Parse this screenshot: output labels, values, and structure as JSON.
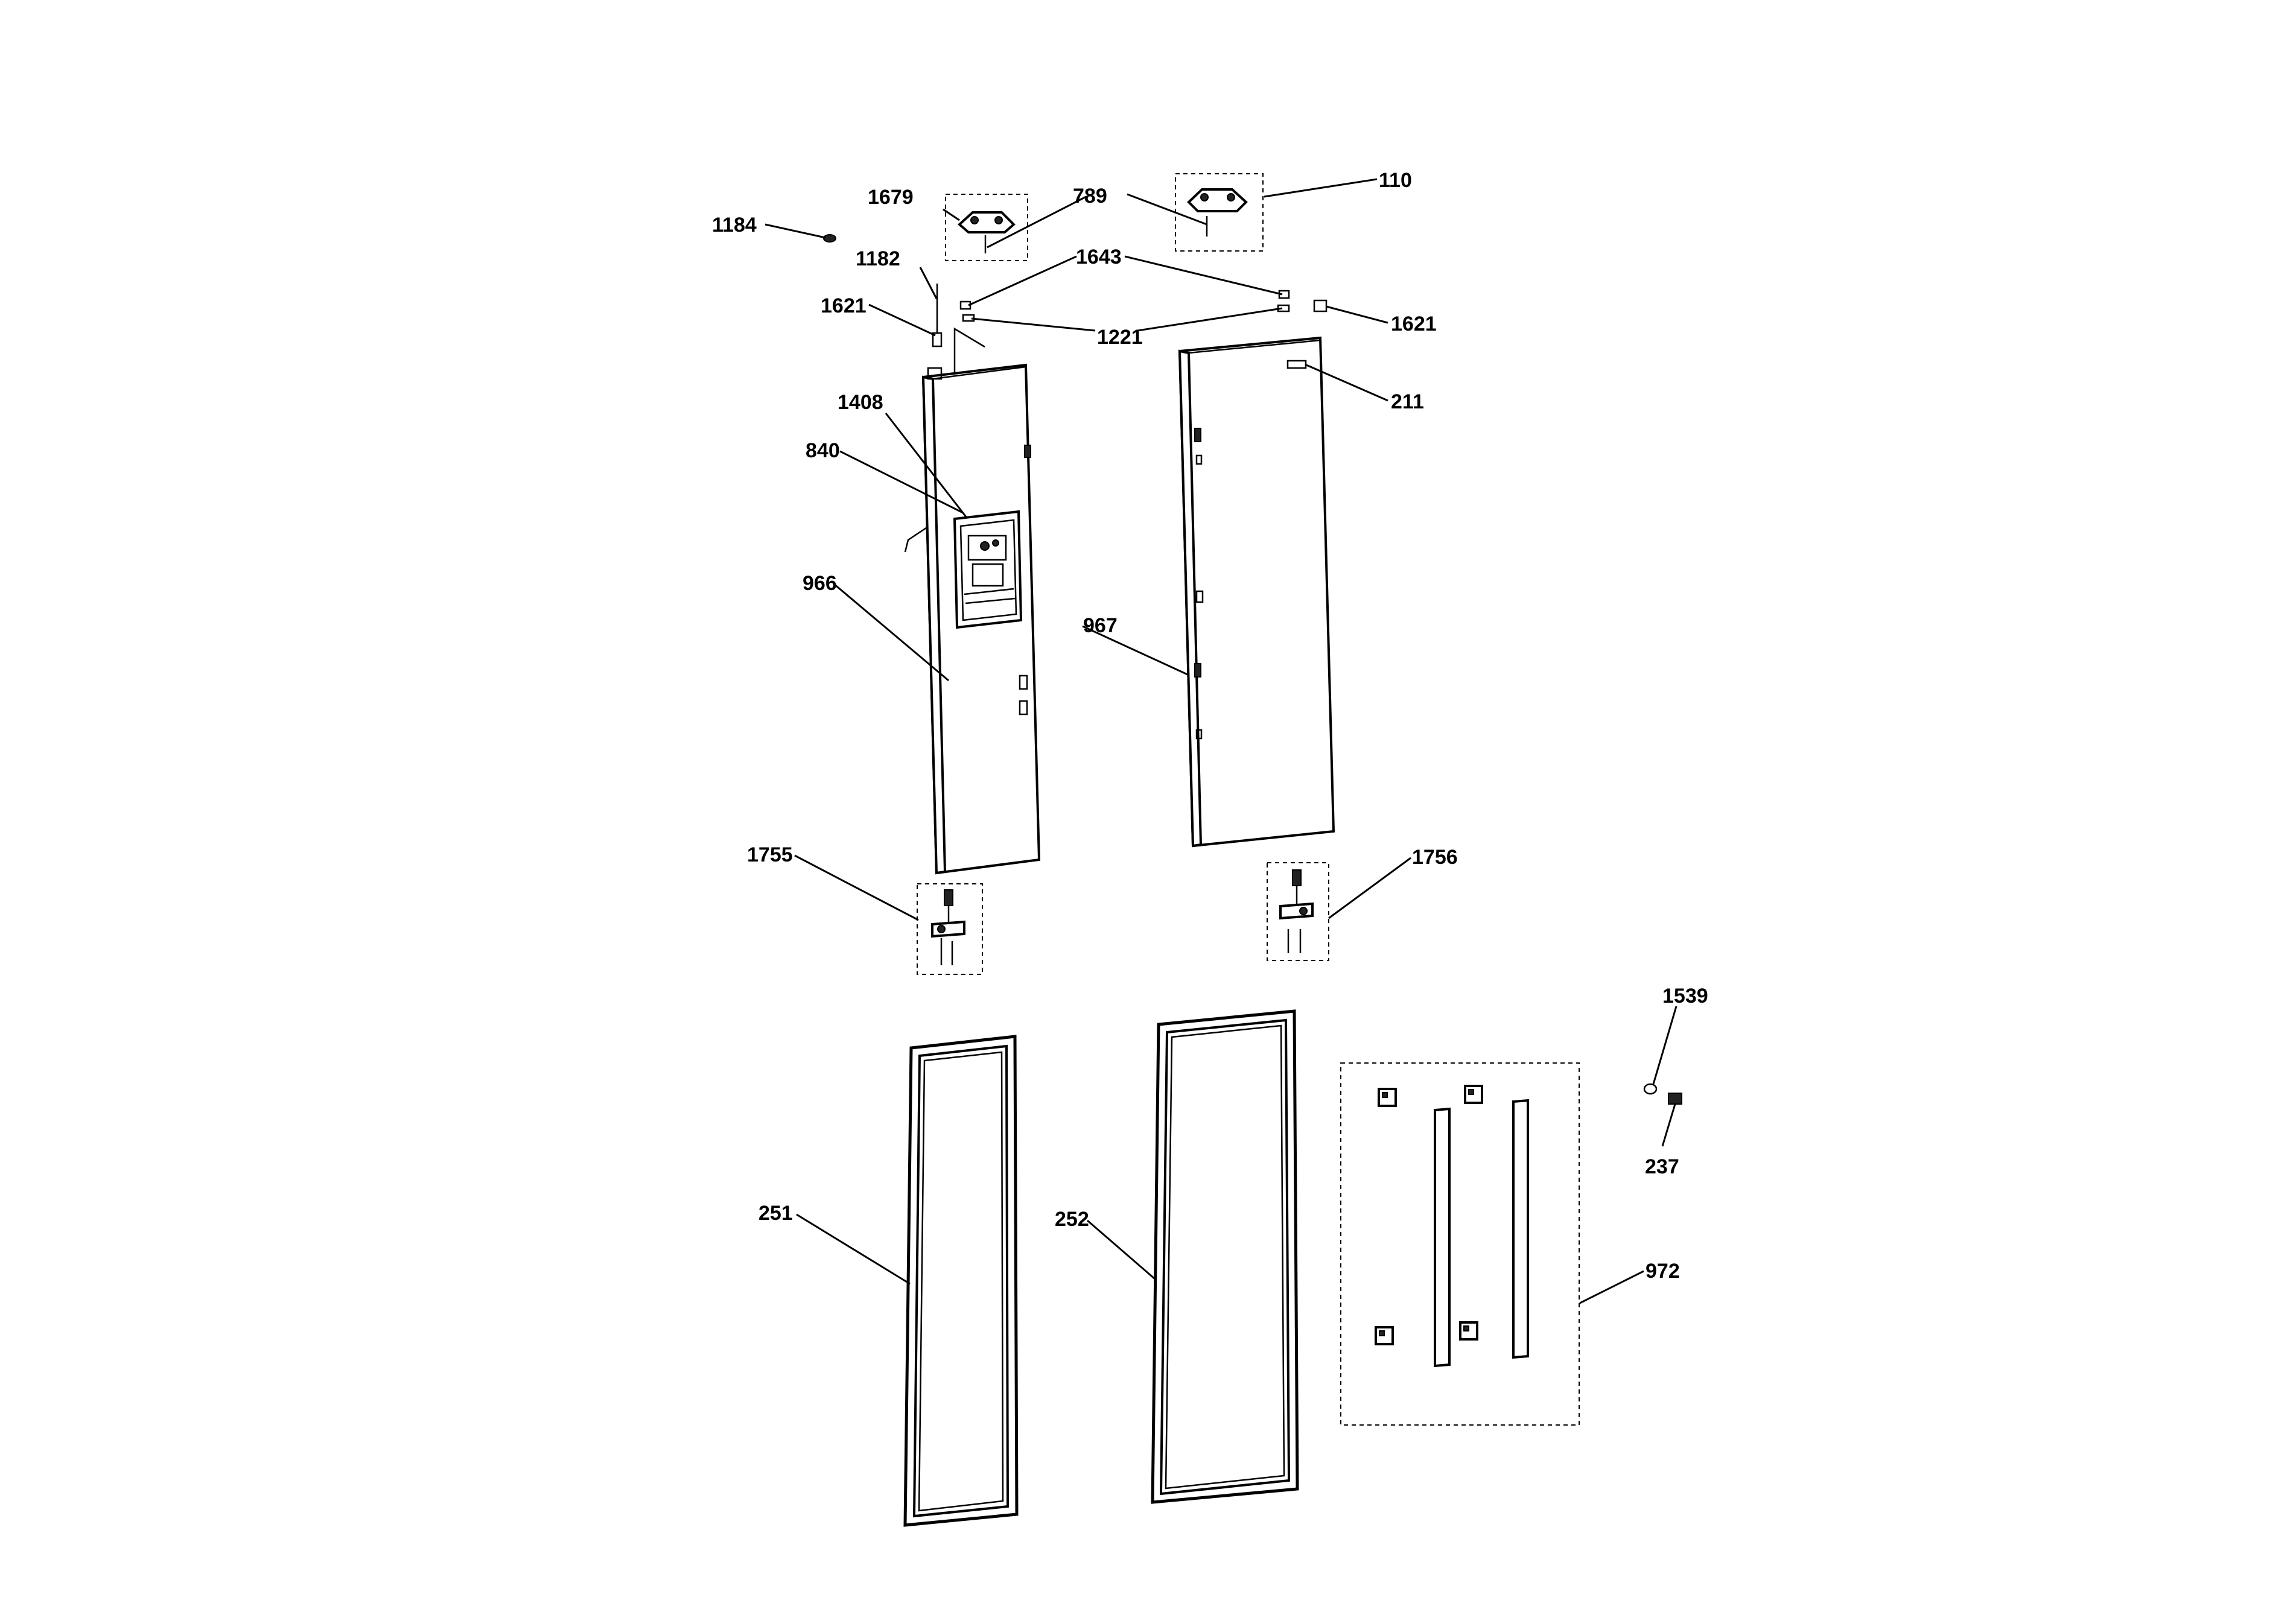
{
  "labels": {
    "l110": "110",
    "l211": "211",
    "l237": "237",
    "l251": "251",
    "l252": "252",
    "l789": "789",
    "l840": "840",
    "l966": "966",
    "l967": "967",
    "l972": "972",
    "l1182": "1182",
    "l1184": "1184",
    "l1221": "1221",
    "l1408": "1408",
    "l1539": "1539",
    "l1621a": "1621",
    "l1621b": "1621",
    "l1643": "1643",
    "l1679": "1679",
    "l1755": "1755",
    "l1756": "1756"
  }
}
